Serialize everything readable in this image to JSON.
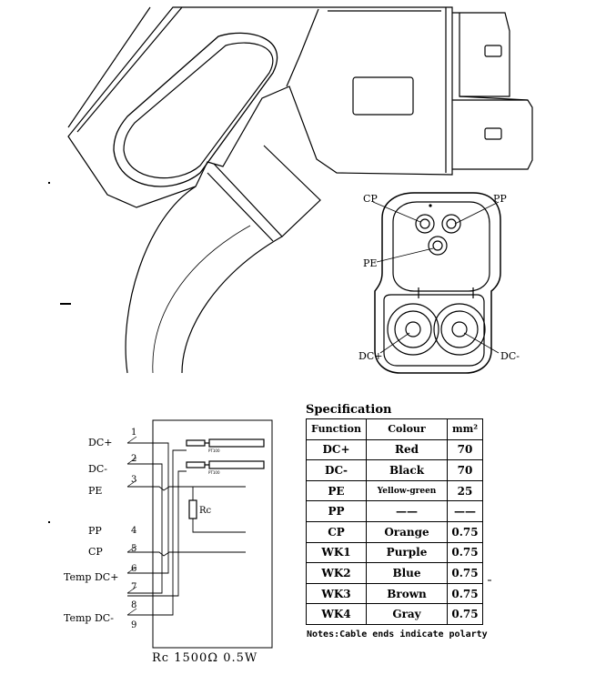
{
  "connector": {
    "labels": {
      "cp": "CP",
      "pp": "PP",
      "pe": "PE",
      "dc_plus": "DC+",
      "dc_minus": "DC-"
    }
  },
  "wiring": {
    "rows": [
      {
        "label": "DC+",
        "pin": "1"
      },
      {
        "label": "DC-",
        "pin": "2"
      },
      {
        "label": "PE",
        "pin": "3"
      },
      {
        "label": "PP",
        "pin": "4"
      },
      {
        "label": "CP",
        "pin": "5"
      },
      {
        "label": "Temp  DC+",
        "pin": "6"
      },
      {
        "label": "",
        "pin": "7"
      },
      {
        "label": "",
        "pin": "8"
      },
      {
        "label": "Temp  DC-",
        "pin": "9"
      }
    ],
    "sensor_labels": [
      "PT100",
      "PT100"
    ],
    "resistor_label": "Rc",
    "caption": "Rc 1500Ω  0.5W"
  },
  "specification": {
    "title": "Specification",
    "headers": {
      "function": "Function",
      "colour": "Colour",
      "mm": "mm²"
    },
    "rows": [
      {
        "function": "DC+",
        "colour": "Red",
        "size": "70"
      },
      {
        "function": "DC-",
        "colour": "Black",
        "size": "70"
      },
      {
        "function": "PE",
        "colour": "Yellow-green",
        "size": "25"
      },
      {
        "function": "PP",
        "colour": "——",
        "size": "——"
      },
      {
        "function": "CP",
        "colour": "Orange",
        "size": "0.75"
      },
      {
        "function": "WK1",
        "colour": "Purple",
        "size": "0.75"
      },
      {
        "function": "WK2",
        "colour": "Blue",
        "size": "0.75"
      },
      {
        "function": "WK3",
        "colour": "Brown",
        "size": "0.75"
      },
      {
        "function": "WK4",
        "colour": "Gray",
        "size": "0.75"
      }
    ],
    "note": "Notes:Cable ends indicate polarty"
  }
}
